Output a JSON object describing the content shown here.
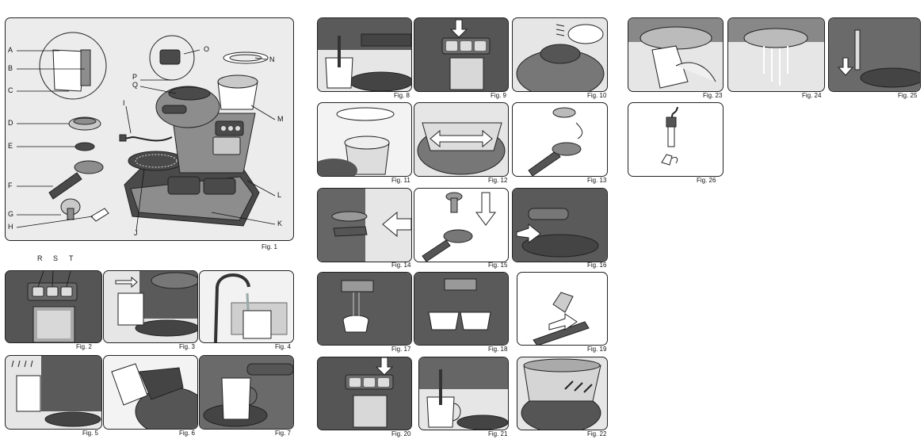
{
  "fig1": {
    "caption": "Fig. 1",
    "labels": [
      "A",
      "B",
      "C",
      "D",
      "E",
      "F",
      "G",
      "H",
      "I",
      "J",
      "K",
      "L",
      "M",
      "N",
      "O",
      "P",
      "Q"
    ]
  },
  "fig2_labels": [
    "R",
    "S",
    "T"
  ],
  "captions": {
    "f2": "Fig. 2",
    "f3": "Fig. 3",
    "f4": "Fig. 4",
    "f5": "Fig. 5",
    "f6": "Fig. 6",
    "f7": "Fig. 7",
    "f8": "Fig. 8",
    "f9": "Fig. 9",
    "f10": "Fig. 10",
    "f11": "Fig. 11",
    "f12": "Fig. 12",
    "f13": "Fig. 13",
    "f14": "Fig. 14",
    "f15": "Fig. 15",
    "f16": "Fig. 16",
    "f17": "Fig. 17",
    "f18": "Fig. 18",
    "f19": "Fig. 19",
    "f20": "Fig. 20",
    "f21": "Fig. 21",
    "f22": "Fig. 22",
    "f23": "Fig. 23",
    "f24": "Fig. 24",
    "f25": "Fig. 25",
    "f26": "Fig. 26"
  }
}
